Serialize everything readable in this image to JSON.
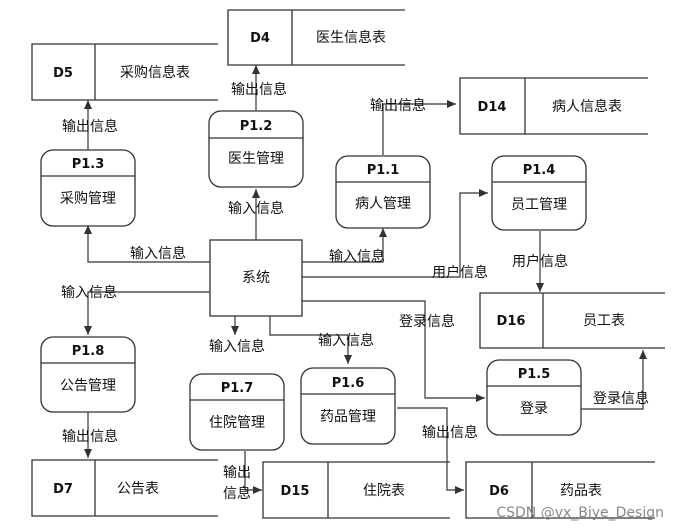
{
  "system": {
    "label": "系统"
  },
  "processes": {
    "p11": {
      "id": "P1.1",
      "name": "病人管理"
    },
    "p12": {
      "id": "P1.2",
      "name": "医生管理"
    },
    "p13": {
      "id": "P1.3",
      "name": "采购管理"
    },
    "p14": {
      "id": "P1.4",
      "name": "员工管理"
    },
    "p15": {
      "id": "P1.5",
      "name": "登录"
    },
    "p16": {
      "id": "P1.6",
      "name": "药品管理"
    },
    "p17": {
      "id": "P1.7",
      "name": "住院管理"
    },
    "p18": {
      "id": "P1.8",
      "name": "公告管理"
    }
  },
  "stores": {
    "d4": {
      "id": "D4",
      "name": "医生信息表"
    },
    "d5": {
      "id": "D5",
      "name": "采购信息表"
    },
    "d14": {
      "id": "D14",
      "name": "病人信息表"
    },
    "d16": {
      "id": "D16",
      "name": "员工表"
    },
    "d7": {
      "id": "D7",
      "name": "公告表"
    },
    "d15": {
      "id": "D15",
      "name": "住院表"
    },
    "d6": {
      "id": "D6",
      "name": "药品表"
    }
  },
  "flows": {
    "out_d4": "输出信息",
    "in_p12": "输入信息",
    "out_d14": "输出信息",
    "out_d5": "输出信息",
    "in_p13": "输入信息",
    "in_p11": "输入信息",
    "user_info_1": "用户信息",
    "user_info_2": "用户信息",
    "in_p18": "输入信息",
    "in_p17": "输入信息",
    "in_p16": "输入信息",
    "login_info_1": "登录信息",
    "login_info_2": "登录信息",
    "out_d7": "输出信息",
    "out_d15_a": "输出",
    "out_d15_b": "信息",
    "out_d6": "输出信息"
  },
  "watermark": "CSDN @vx_Biye_Design"
}
